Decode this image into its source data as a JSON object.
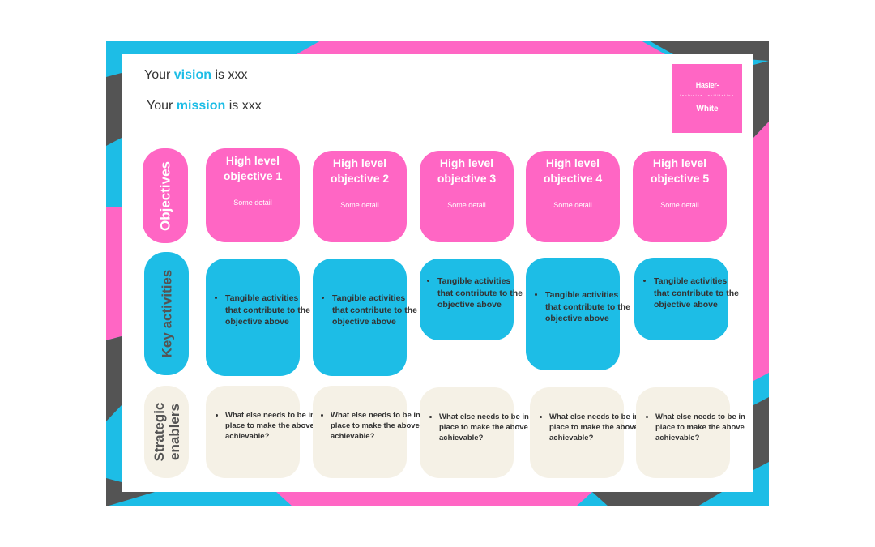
{
  "vision": {
    "prefix": "Your ",
    "highlight": "vision",
    "suffix": " is xxx"
  },
  "mission": {
    "prefix": "Your ",
    "highlight": "mission",
    "suffix": " is xxx"
  },
  "logo": {
    "line1": "Hasler-",
    "line2": "inclusive facilitation",
    "line3": "White"
  },
  "rows": {
    "objectives": "Objectives",
    "key_activities": "Key activities",
    "strategic_enablers_1": "Strategic",
    "strategic_enablers_2": "enablers"
  },
  "objectives": [
    {
      "line1": "High level",
      "line2": "objective 1",
      "detail": "Some detail"
    },
    {
      "line1": "High level",
      "line2": "objective 2",
      "detail": "Some detail"
    },
    {
      "line1": "High level",
      "line2": "objective 3",
      "detail": "Some detail"
    },
    {
      "line1": "High level",
      "line2": "objective 4",
      "detail": "Some detail"
    },
    {
      "line1": "High level",
      "line2": "objective 5",
      "detail": "Some detail"
    }
  ],
  "activities": [
    {
      "text": "Tangible activities that contribute to the objective above"
    },
    {
      "text": "Tangible activities that contribute to the objective above"
    },
    {
      "text": "Tangible activities that contribute to the objective above"
    },
    {
      "text": "Tangible activities that contribute to the objective above"
    },
    {
      "text": "Tangible activities that contribute to the objective above"
    }
  ],
  "enablers": [
    {
      "text": "What else needs to be in place to make the above achievable?"
    },
    {
      "text": "What else needs to be in place to make the above achievable?"
    },
    {
      "text": "What else needs to be in place to make the above achievable?"
    },
    {
      "text": "What else needs to be in place to make the above achievable?"
    },
    {
      "text": "What else needs to be in place to make the above achievable?"
    }
  ],
  "colors": {
    "pink": "#ff66c4",
    "blue": "#1dbde6",
    "grey": "#545454",
    "cream": "#f5f1e6"
  }
}
